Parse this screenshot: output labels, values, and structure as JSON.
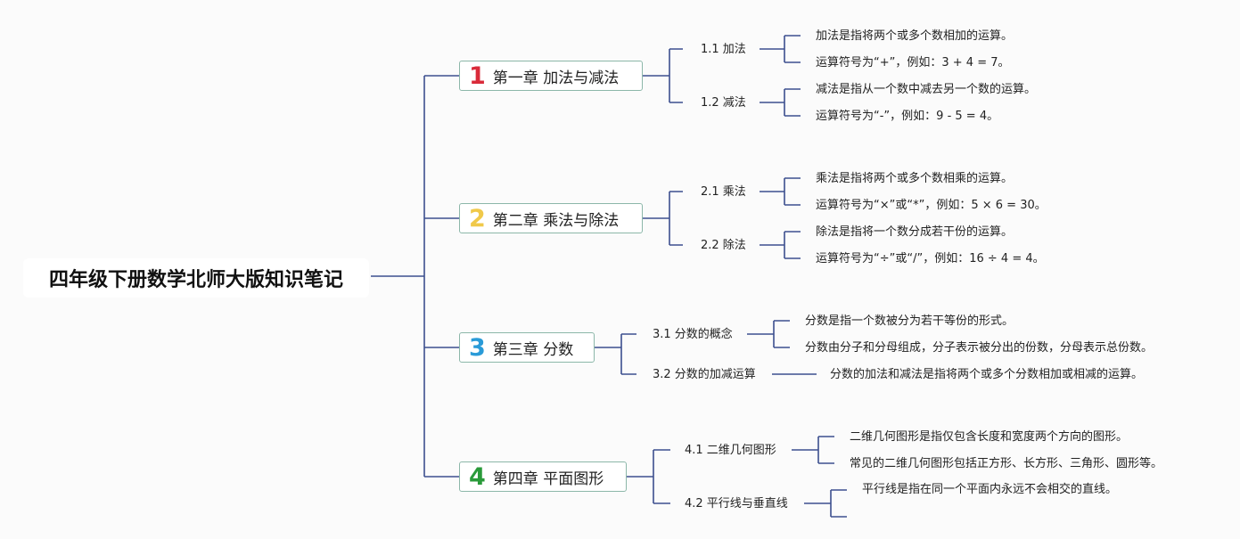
{
  "root": {
    "title": "四年级下册数学北师大版知识笔记"
  },
  "colors": {
    "line": "#3d4f8f",
    "chapter_border": "#8cb7a9",
    "n1": "#d92b3a",
    "n2": "#f0c94a",
    "n3": "#2a9bd8",
    "n4": "#2a9a3a"
  },
  "chapters": [
    {
      "number": "1",
      "label": "第一章 加法与减法",
      "sections": [
        {
          "label": "1.1 加法",
          "notes": [
            "加法是指将两个或多个数相加的运算。",
            "运算符号为“+”，例如：3 + 4 = 7。"
          ]
        },
        {
          "label": "1.2 减法",
          "notes": [
            "减法是指从一个数中减去另一个数的运算。",
            "运算符号为“-”，例如：9 - 5 = 4。"
          ]
        }
      ]
    },
    {
      "number": "2",
      "label": "第二章 乘法与除法",
      "sections": [
        {
          "label": "2.1 乘法",
          "notes": [
            "乘法是指将两个或多个数相乘的运算。",
            "运算符号为“×”或“*”，例如：5 × 6 = 30。"
          ]
        },
        {
          "label": "2.2 除法",
          "notes": [
            "除法是指将一个数分成若干份的运算。",
            "运算符号为“÷”或“/”，例如：16 ÷ 4 = 4。"
          ]
        }
      ]
    },
    {
      "number": "3",
      "label": "第三章 分数",
      "sections": [
        {
          "label": "3.1 分数的概念",
          "notes": [
            "分数是指一个数被分为若干等份的形式。",
            "分数由分子和分母组成，分子表示被分出的份数，分母表示总份数。"
          ]
        },
        {
          "label": "3.2 分数的加减运算",
          "notes": [
            "分数的加法和减法是指将两个或多个分数相加或相减的运算。"
          ]
        }
      ]
    },
    {
      "number": "4",
      "label": "第四章 平面图形",
      "sections": [
        {
          "label": "4.1 二维几何图形",
          "notes": [
            "二维几何图形是指仅包含长度和宽度两个方向的图形。",
            "常见的二维几何图形包括正方形、长方形、三角形、圆形等。"
          ]
        },
        {
          "label": "4.2 平行线与垂直线",
          "notes": [
            "平行线是指在同一个平面内永远不会相交的直线。"
          ]
        }
      ]
    }
  ]
}
